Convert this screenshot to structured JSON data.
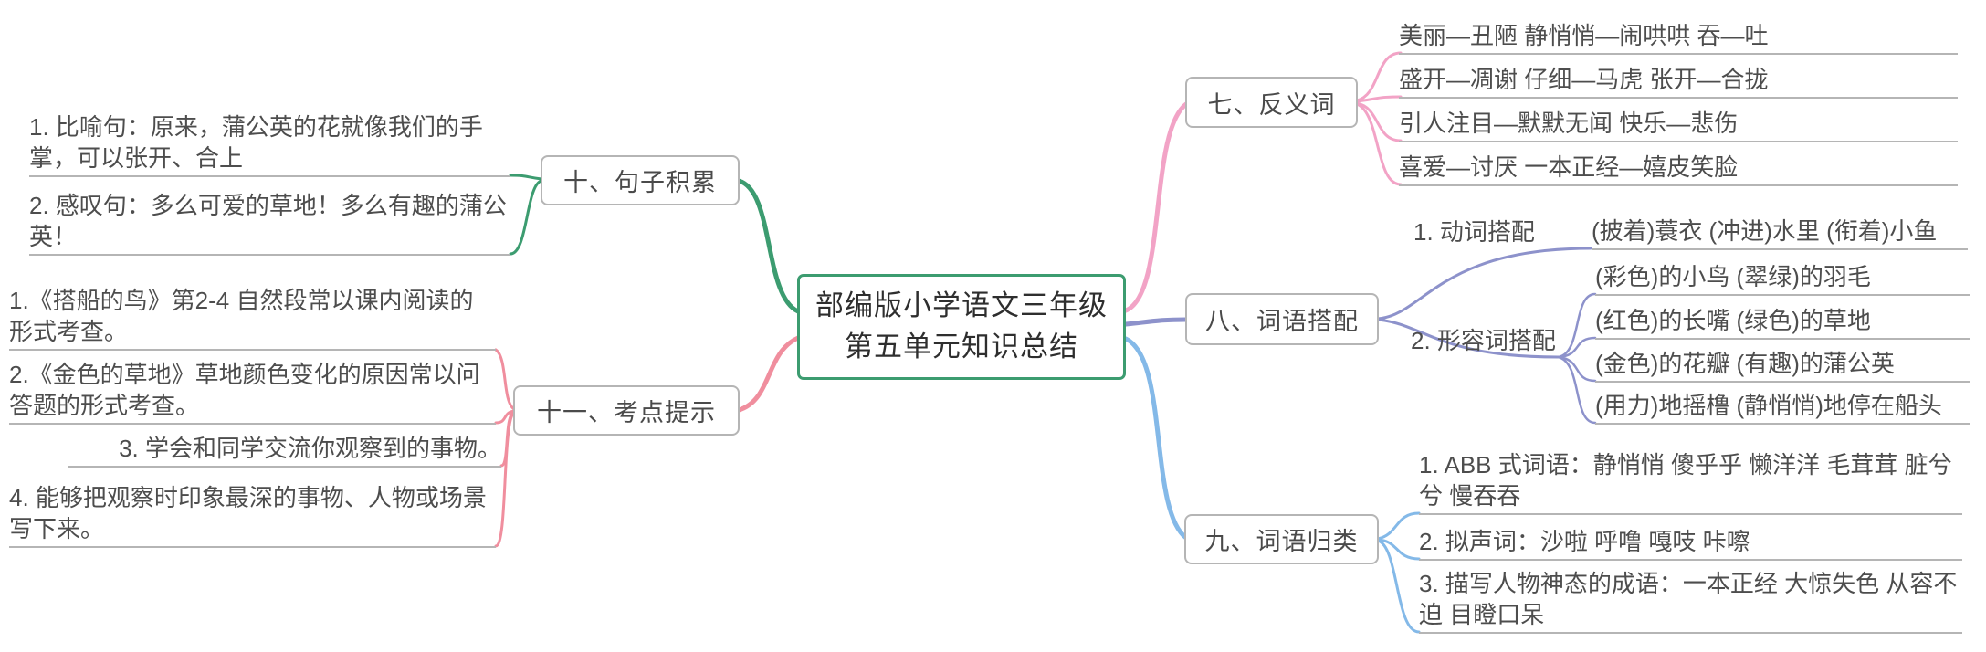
{
  "colors": {
    "green": "#3c9c70",
    "salmon": "#f08e9e",
    "pink": "#f2a3c6",
    "purple": "#8d92cb",
    "blue": "#84b9e8",
    "node_border": "#b5b5b5",
    "leaf_line": "#b5b5b5",
    "text": "#4d4d4d"
  },
  "center": {
    "line1": "部编版小学语文三年级",
    "line2": "第五单元知识总结"
  },
  "branches": {
    "antonyms": {
      "label": "七、反义词",
      "items": [
        "美丽—丑陋 静悄悄—闹哄哄 吞—吐",
        "盛开—凋谢 仔细—马虎 张开—合拢",
        "引人注目—默默无闻 快乐—悲伤",
        "喜爱—讨厌 一本正经—嬉皮笑脸"
      ]
    },
    "collocation": {
      "label": "八、词语搭配",
      "verb": {
        "label": "1. 动词搭配",
        "items": [
          "(披着)蓑衣 (冲进)水里 (衔着)小鱼"
        ]
      },
      "adjective": {
        "label": "2. 形容词搭配",
        "items": [
          "(彩色)的小鸟 (翠绿)的羽毛",
          "(红色)的长嘴 (绿色)的草地",
          "(金色)的花瓣 (有趣)的蒲公英",
          "(用力)地摇橹 (静悄悄)地停在船头"
        ]
      }
    },
    "classification": {
      "label": "九、词语归类",
      "items": [
        "1. ABB 式词语：静悄悄 傻乎乎 懒洋洋 毛茸茸 脏兮兮 慢吞吞",
        "2. 拟声词：沙啦 呼噜 嘎吱 咔嚓",
        "3. 描写人物神态的成语：一本正经 大惊失色 从容不迫 目瞪口呆"
      ]
    },
    "sentences": {
      "label": "十、句子积累",
      "items": [
        "1. 比喻句：原来，蒲公英的花就像我们的手掌，可以张开、合上",
        "2. 感叹句：多么可爱的草地！多么有趣的蒲公英！"
      ]
    },
    "exam_points": {
      "label": "十一、考点提示",
      "items": [
        "1.《搭船的鸟》第2-4 自然段常以课内阅读的形式考查。",
        "2.《金色的草地》草地颜色变化的原因常以问答题的形式考查。",
        "3. 学会和同学交流你观察到的事物。",
        "4. 能够把观察时印象最深的事物、人物或场景写下来。"
      ]
    }
  }
}
